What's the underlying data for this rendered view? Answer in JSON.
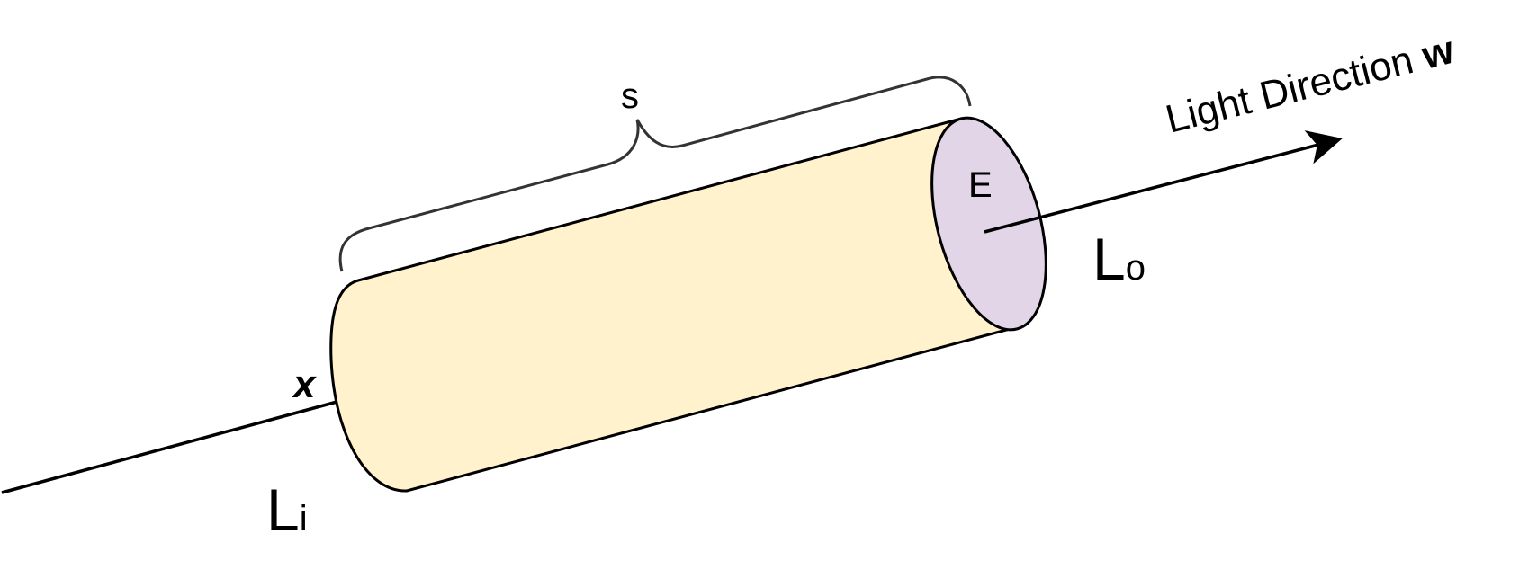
{
  "labels": {
    "segment_length": "s",
    "emission": "E",
    "start_point": "x",
    "incoming_radiance": {
      "main": "L",
      "sub": "i"
    },
    "outgoing_radiance": {
      "main": "L",
      "sub": "o"
    },
    "light_direction": {
      "text": "Light Direction ",
      "vector": "w"
    }
  },
  "colors": {
    "cylinder_body": "#fff2cc",
    "cylinder_end_cap": "#e1d5e7",
    "stroke": "#000000",
    "brace": "#333333"
  }
}
